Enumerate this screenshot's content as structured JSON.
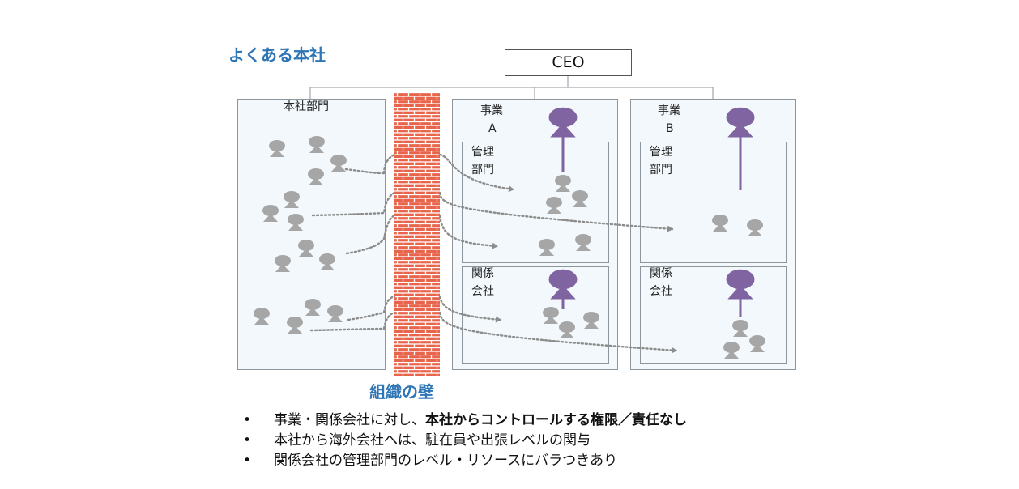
{
  "title": "よくある本社",
  "ceo": "CEO",
  "hq_label": "本社部門",
  "biz_a": {
    "line1": "事業",
    "line2": "A"
  },
  "biz_b": {
    "line1": "事業",
    "line2": "B"
  },
  "admin_label": {
    "line1": "管理",
    "line2": "部門"
  },
  "affiliate_label": {
    "line1": "関係",
    "line2": "会社"
  },
  "wall_label": "組織の壁",
  "bullets": [
    {
      "prefix": "事業・関係会社に対し、",
      "emphasis": "本社からコントロールする権限／責任なし",
      "suffix": ""
    },
    {
      "prefix": "本社から海外会社へは、駐在員や出張レベルの関与",
      "emphasis": "",
      "suffix": ""
    },
    {
      "prefix": "関係会社の管理部門のレベル・リソースにバラつきあり",
      "emphasis": "",
      "suffix": ""
    }
  ],
  "colors": {
    "heading": "#2e75b6",
    "person_gray": "#a6a6a6",
    "leader_purple": "#8064a2",
    "brick": "#e8644a",
    "mortar": "#ffffff",
    "arrow": "#8c8c8c",
    "box_fill": "#f2f8fb"
  }
}
